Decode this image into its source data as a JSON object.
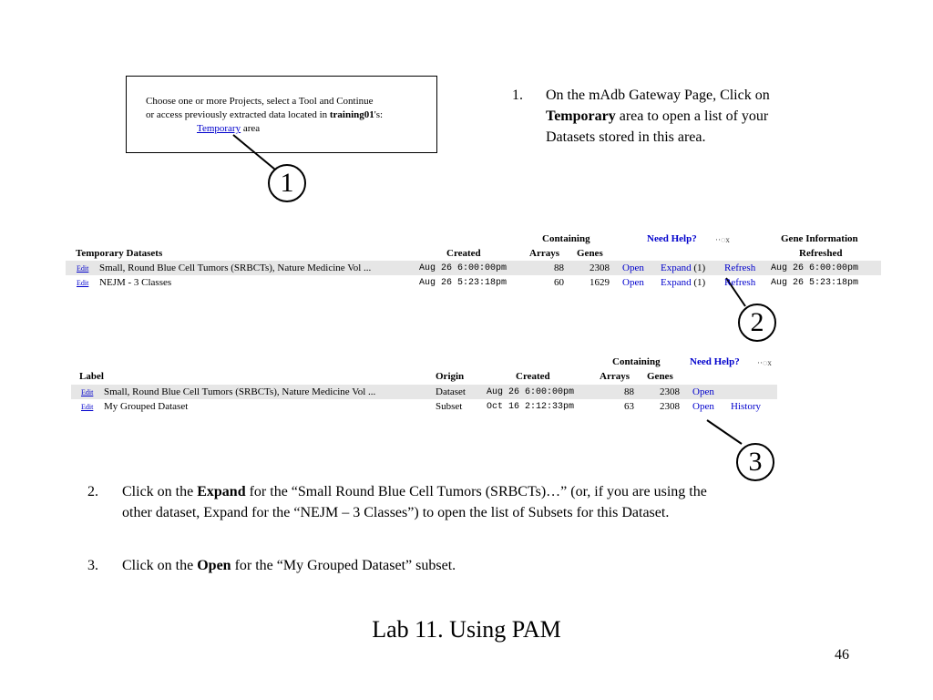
{
  "box1": {
    "line1": "Choose one or more Projects, select a Tool and Continue",
    "line2_pre": "or access previously extracted data located in ",
    "line2_user": "training01",
    "line2_post": "'s:",
    "temporary_link": "Temporary",
    "area_text": " area"
  },
  "callouts": {
    "c1": "1",
    "c2": "2",
    "c3": "3"
  },
  "step1": {
    "num": "1.",
    "text_a": "On the mAdb Gateway Page, Click on",
    "bold": "Temporary",
    "text_b": " area to open a list of your",
    "text_c": "Datasets stored in this area."
  },
  "table1": {
    "containing": "Containing",
    "need_help": "Need Help?",
    "bee": "··◌x",
    "gene_info": "Gene Information",
    "col_name": "Temporary Datasets",
    "col_created": "Created",
    "col_arrays": "Arrays",
    "col_genes": "Genes",
    "col_refreshed": "Refreshed",
    "rows": [
      {
        "edit": "Edit",
        "name": "Small, Round Blue Cell Tumors (SRBCTs), Nature Medicine Vol ...",
        "created": "Aug 26  6:00:00pm",
        "arrays": "88",
        "genes": "2308",
        "open": "Open",
        "expand": "Expand",
        "expand_count": " (1)",
        "refresh": "Refresh",
        "refreshed": "Aug 26  6:00:00pm"
      },
      {
        "edit": "Edit",
        "name": "NEJM - 3 Classes",
        "created": "Aug 26  5:23:18pm",
        "arrays": "60",
        "genes": "1629",
        "open": "Open",
        "expand": "Expand",
        "expand_count": " (1)",
        "refresh": "Refresh",
        "refreshed": "Aug 26  5:23:18pm"
      }
    ]
  },
  "table2": {
    "containing": "Containing",
    "need_help": "Need Help?",
    "bee": "··◌x",
    "col_label": "Label",
    "col_origin": "Origin",
    "col_created": "Created",
    "col_arrays": "Arrays",
    "col_genes": "Genes",
    "rows": [
      {
        "edit": "Edit",
        "label": "Small, Round Blue Cell Tumors (SRBCTs), Nature Medicine Vol ...",
        "origin": "Dataset",
        "created": "Aug 26  6:00:00pm",
        "arrays": "88",
        "genes": "2308",
        "open": "Open",
        "history": ""
      },
      {
        "edit": "Edit",
        "label": "My Grouped Dataset",
        "origin": "Subset",
        "created": "Oct 16  2:12:33pm",
        "arrays": "63",
        "genes": "2308",
        "open": "Open",
        "history": "History"
      }
    ]
  },
  "step2": {
    "num": "2.",
    "a": "Click on the ",
    "bold": "Expand",
    "b": " for the “Small Round Blue Cell Tumors (SRBCTs)…” (or, if you are using the",
    "c": "other dataset,  Expand for  the “NEJM – 3 Classes”)  to open the list of Subsets for this Dataset."
  },
  "step3": {
    "num": "3.",
    "a": "Click on the ",
    "bold": "Open",
    "b": " for the “My Grouped Dataset” subset."
  },
  "footer": {
    "title": "Lab 11. Using PAM",
    "page": "46"
  }
}
